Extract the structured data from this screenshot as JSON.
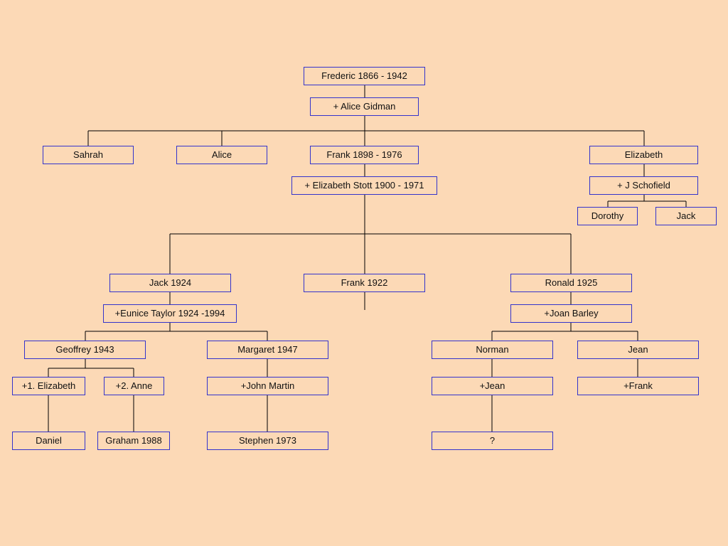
{
  "colors": {
    "background": "#FCD9B6",
    "box_border": "#3333CC",
    "line": "#000000",
    "text": "#111111"
  },
  "people": {
    "frederic": "Frederic 1866 - 1942",
    "alice_gidman": "+ Alice Gidman",
    "sahrah": "Sahrah",
    "alice": "Alice",
    "frank_1898": "Frank  1898 - 1976",
    "elizabeth_stott": "+ Elizabeth Stott 1900 - 1971",
    "elizabeth": "Elizabeth",
    "j_schofield": "+ J Schofield",
    "dorothy": "Dorothy",
    "jack_schofield": "Jack",
    "jack_1924": "Jack  1924",
    "frank_1922": "Frank  1922",
    "ronald_1925": "Ronald 1925",
    "eunice_taylor": "+Eunice Taylor 1924 -1994",
    "joan_barley": "+Joan Barley",
    "geoffrey_1943": "Geoffrey 1943",
    "margaret_1947": "Margaret  1947",
    "norman": "Norman",
    "jean": "Jean",
    "elizabeth_1": "+1. Elizabeth",
    "anne_2": "+2. Anne",
    "john_martin": "+John Martin",
    "jean_spouse": "+Jean",
    "frank_spouse": "+Frank",
    "daniel": "Daniel",
    "graham_1988": "Graham 1988",
    "stephen_1973": "Stephen 1973",
    "unknown_child": "?"
  }
}
